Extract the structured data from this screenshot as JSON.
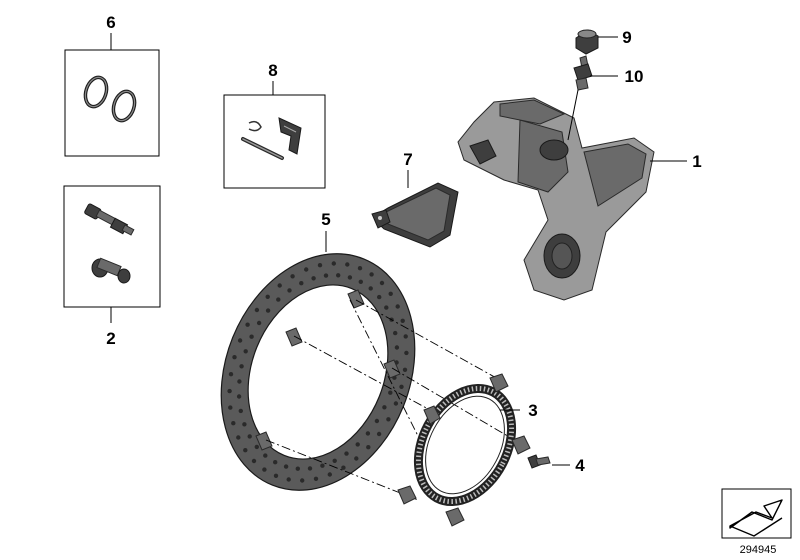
{
  "diagram": {
    "part_labels": [
      {
        "id": "1",
        "text": "1"
      },
      {
        "id": "2",
        "text": "2"
      },
      {
        "id": "3",
        "text": "3"
      },
      {
        "id": "4",
        "text": "4"
      },
      {
        "id": "5",
        "text": "5"
      },
      {
        "id": "6",
        "text": "6"
      },
      {
        "id": "7",
        "text": "7"
      },
      {
        "id": "8",
        "text": "8"
      },
      {
        "id": "9",
        "text": "9"
      },
      {
        "id": "10",
        "text": "10"
      }
    ],
    "document_number": "294945",
    "colors": {
      "line": "#000000",
      "part_metal": "#6a6a6a",
      "part_dark": "#3e3e3e",
      "background": "#ffffff"
    }
  }
}
